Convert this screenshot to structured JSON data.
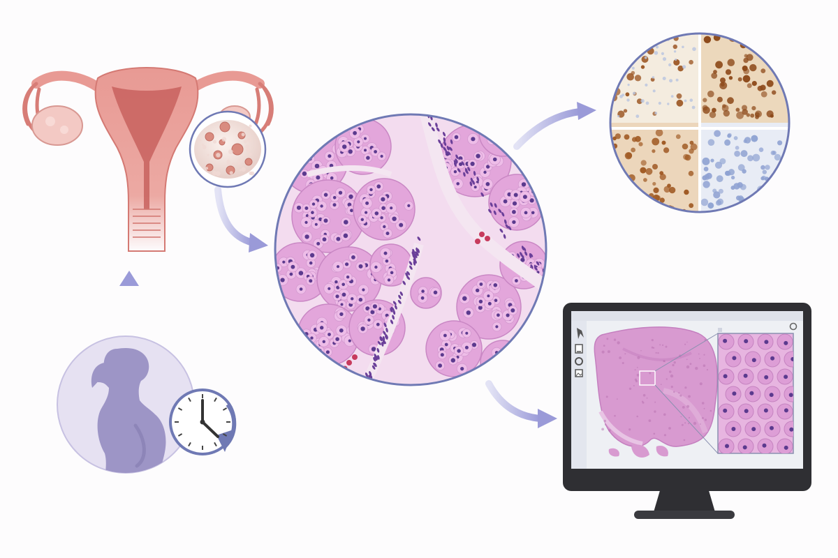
{
  "palette": {
    "background": "#fdfcfd",
    "arrow": "#a9a9dc",
    "arrow_light": "#dcdcf3",
    "ring": "#6f79b4",
    "uterus": "#e89a94",
    "uterus_dark": "#c8625e",
    "ovary": "#f3c9c4",
    "he_light": "#eab2e0",
    "he_cell": "#d890d4",
    "he_nucleus": "#5b3a8e",
    "ihc_brown": "#a4612a",
    "ihc_blue": "#9fb0d6",
    "silhouette": "#9d95c6",
    "clock_accent": "#6f79b4",
    "monitor": "#2f2f33"
  },
  "nodes": [
    {
      "id": "uterus-ovaries",
      "icon": "uterus-icon"
    },
    {
      "id": "ovary-tumor-magnified",
      "icon": "ovarian-mass-icon"
    },
    {
      "id": "pregnant-woman",
      "icon": "pregnant-woman-icon"
    },
    {
      "id": "clock",
      "icon": "clock-icon"
    },
    {
      "id": "he-histology",
      "icon": "microscopy-icon"
    },
    {
      "id": "ihc-panels",
      "icon": "immunostain-icon"
    },
    {
      "id": "digital-pathology-monitor",
      "icon": "monitor-icon"
    }
  ],
  "flow": [
    {
      "from": "pregnant-woman",
      "to": "uterus-ovaries"
    },
    {
      "from": "ovary-tumor-magnified",
      "to": "he-histology"
    },
    {
      "from": "he-histology",
      "to": "ihc-panels"
    },
    {
      "from": "he-histology",
      "to": "digital-pathology-monitor"
    }
  ]
}
